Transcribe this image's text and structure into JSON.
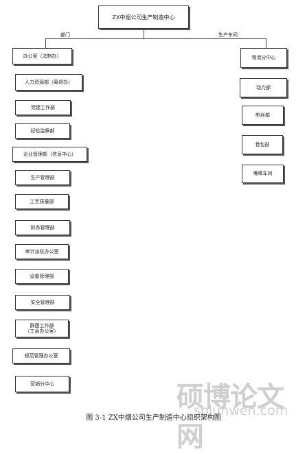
{
  "root": "ZX中烟公司生产制造中心",
  "branches": {
    "left_label": "部门",
    "right_label": "生产车间"
  },
  "departments": [
    "办公室（法制办）",
    "人力资源部（离退办）",
    "党建工作部",
    "纪检监察部",
    "企业管理部（信息中心）",
    "生产管理部",
    "工艺质量部",
    "财务管理部",
    "审计派驻办公室",
    "设备管理部",
    "安全管理部",
    "群团工作部\n（工会办公室）",
    "规范管理办公室",
    "营销分中心"
  ],
  "workshops": [
    "物流分中心",
    "动力部",
    "制丝部",
    "卷包部",
    "嘴棒车间"
  ],
  "watermark": {
    "text": "硕博论文网",
    "url": "sblunwen.com"
  },
  "caption": "图 3-1 ZX中烟公司生产制造中心组织架构图"
}
